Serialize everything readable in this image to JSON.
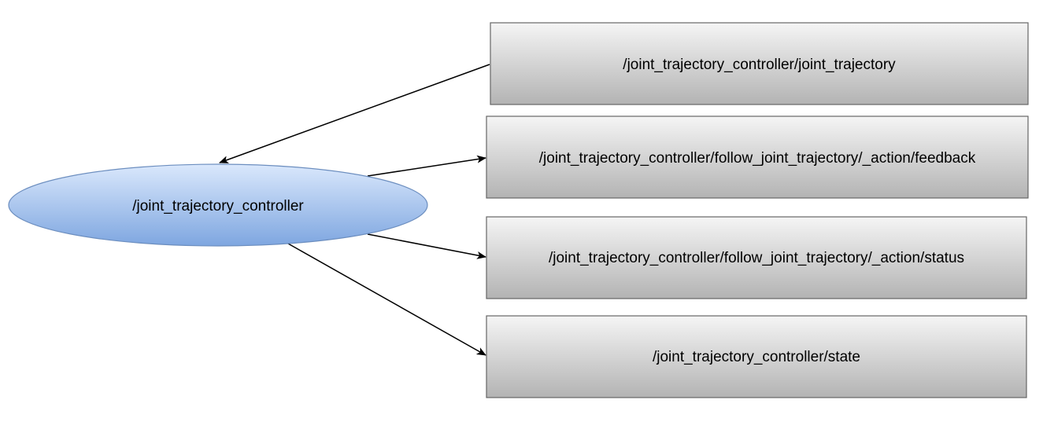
{
  "colors": {
    "node_fill_top": "#dae8fc",
    "node_fill_bottom": "#7ea6e0",
    "node_stroke": "#6c8ebf",
    "topic_fill_top": "#f5f5f5",
    "topic_fill_bottom": "#b3b3b3",
    "topic_stroke": "#666666",
    "edge_color": "#000000"
  },
  "node": {
    "label": "/joint_trajectory_controller"
  },
  "topics": [
    {
      "label": "/joint_trajectory_controller/joint_trajectory",
      "direction": "subscribed"
    },
    {
      "label": "/joint_trajectory_controller/follow_joint_trajectory/_action/feedback",
      "direction": "published"
    },
    {
      "label": "/joint_trajectory_controller/follow_joint_trajectory/_action/status",
      "direction": "published"
    },
    {
      "label": "/joint_trajectory_controller/state",
      "direction": "published"
    }
  ]
}
